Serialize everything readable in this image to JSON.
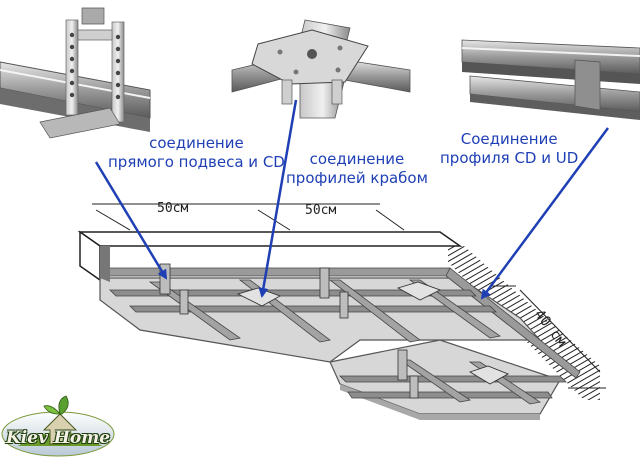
{
  "callouts": {
    "hanger_cd": {
      "line1": "соединение",
      "line2": "прямого подвеса и CD"
    },
    "crab": {
      "line1": "соединение",
      "line2": "профилей крабом"
    },
    "cd_ud": {
      "line1": "Соединение",
      "line2": "профиля CD и UD"
    }
  },
  "dimensions": {
    "span_left": "50см",
    "span_right": "50см",
    "span_side": "40 см"
  },
  "logo": {
    "text": "Kiev Home"
  },
  "colors": {
    "arrow": "#1f3fb4",
    "panel": "#d6d6d6",
    "profile": "#8a8a8a",
    "hatch": "#222222"
  }
}
